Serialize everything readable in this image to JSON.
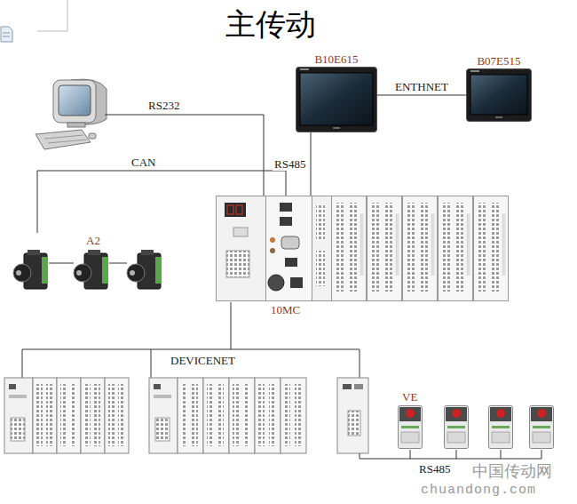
{
  "diagram": {
    "title": "主传动",
    "nodes": [
      {
        "text": [
          "B10E615"
        ]
      },
      {
        "text": [
          "B07E515"
        ]
      },
      {
        "text": [
          "A2"
        ]
      },
      {
        "text": [
          "10MC"
        ]
      },
      {
        "text": [
          "VE"
        ]
      }
    ],
    "edges": [
      {
        "from": 0,
        "to": 1,
        "label": "ENTHNET",
        "arrow": "none"
      },
      {
        "from": 0,
        "to": 3,
        "label": "RS485",
        "arrow": "none"
      },
      {
        "from": 2,
        "to": 3,
        "label": "CAN",
        "arrow": "none"
      }
    ],
    "labels": [
      "RS232",
      "DEVICENET",
      "RS485",
      "中国传动网",
      "chuandong.com"
    ]
  }
}
